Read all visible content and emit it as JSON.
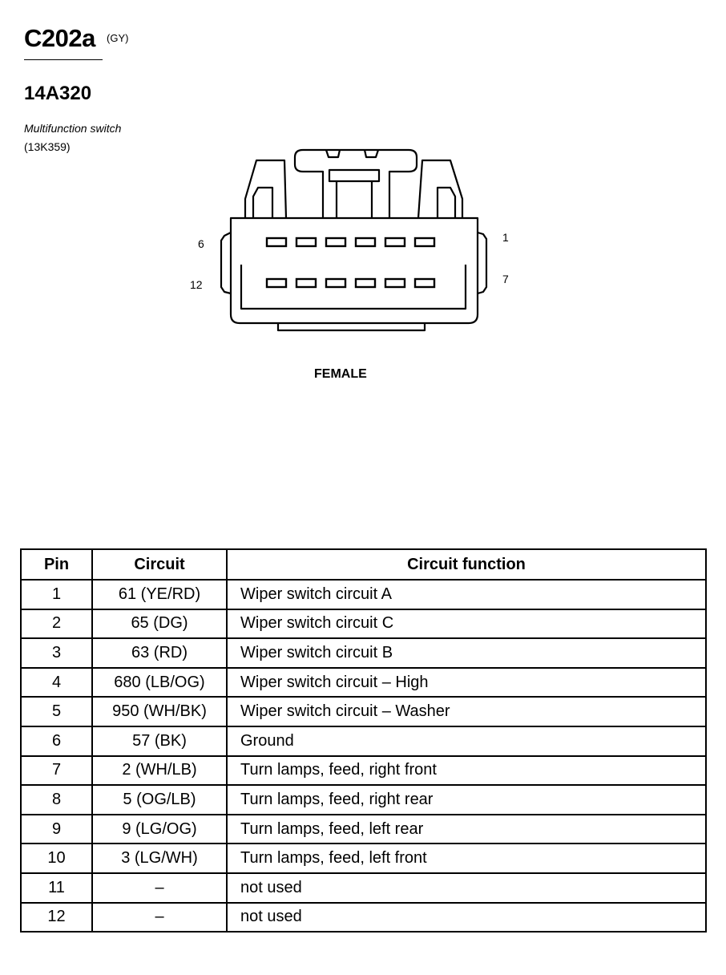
{
  "header": {
    "connector_id": "C202a",
    "connector_color": "(GY)",
    "part_number": "14A320",
    "component_name": "Multifunction switch",
    "component_code": "(13K359)"
  },
  "connector_view": {
    "pin_labels": {
      "top_left": "6",
      "bottom_left": "12",
      "top_right": "1",
      "bottom_right": "7"
    },
    "gender": "FEMALE"
  },
  "table": {
    "headers": {
      "pin": "Pin",
      "circuit": "Circuit",
      "function": "Circuit function"
    },
    "rows": [
      {
        "pin": "1",
        "circuit": "61 (YE/RD)",
        "function": "Wiper switch circuit A"
      },
      {
        "pin": "2",
        "circuit": "65 (DG)",
        "function": "Wiper switch circuit C"
      },
      {
        "pin": "3",
        "circuit": "63 (RD)",
        "function": "Wiper switch circuit B"
      },
      {
        "pin": "4",
        "circuit": "680 (LB/OG)",
        "function": "Wiper switch circuit – High"
      },
      {
        "pin": "5",
        "circuit": "950 (WH/BK)",
        "function": "Wiper switch circuit – Washer"
      },
      {
        "pin": "6",
        "circuit": "57 (BK)",
        "function": "Ground"
      },
      {
        "pin": "7",
        "circuit": "2 (WH/LB)",
        "function": "Turn lamps, feed, right front"
      },
      {
        "pin": "8",
        "circuit": "5 (OG/LB)",
        "function": "Turn lamps, feed, right rear"
      },
      {
        "pin": "9",
        "circuit": "9 (LG/OG)",
        "function": "Turn lamps, feed, left rear"
      },
      {
        "pin": "10",
        "circuit": "3 (LG/WH)",
        "function": "Turn lamps, feed, left front"
      },
      {
        "pin": "11",
        "circuit": "–",
        "function": "not used"
      },
      {
        "pin": "12",
        "circuit": "–",
        "function": "not used"
      }
    ]
  }
}
